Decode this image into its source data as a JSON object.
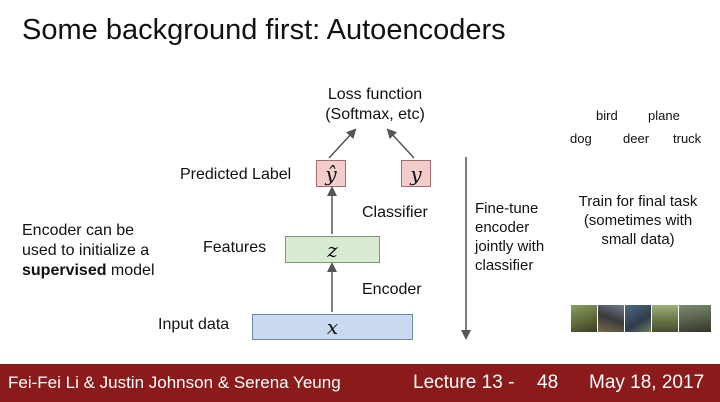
{
  "slide": {
    "title": "Some background first: Autoencoders",
    "loss_line1": "Loss function",
    "loss_line2": "(Softmax, etc)",
    "predicted_label": "Predicted Label",
    "y_hat": "ŷ",
    "y": "y",
    "classifier": "Classifier",
    "features": "Features",
    "z": "z",
    "encoder_label": "Encoder",
    "input_data": "Input data",
    "x": "x",
    "left_note": {
      "line1": "Encoder can be",
      "line2": "used to initialize a",
      "bold": "supervised",
      "after_bold": " model"
    },
    "finetune": [
      "Fine-tune",
      "encoder",
      "jointly with",
      "classifier"
    ],
    "classes": {
      "bird": "bird",
      "plane": "plane",
      "dog": "dog",
      "deer": "deer",
      "truck": "truck"
    },
    "train_note": [
      "Train for final task",
      "(sometimes with",
      "small data)"
    ]
  },
  "footer": {
    "authors": "Fei-Fei Li & Justin Johnson & Serena Yeung",
    "lecture": "Lecture 13 -",
    "page": "48",
    "date": "May 18, 2017"
  },
  "colors": {
    "footer_bg": "#8b1a1a",
    "pred_box": "#f3cccc",
    "feature_box": "#d9ead3",
    "input_box": "#c9d9f0"
  }
}
